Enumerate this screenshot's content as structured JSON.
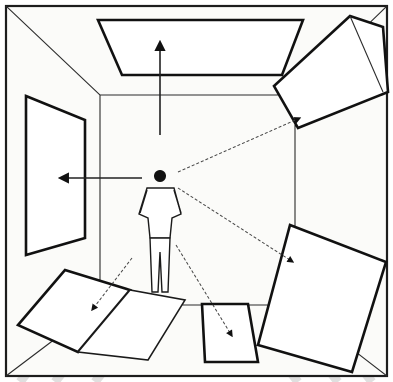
{
  "diagram": {
    "elements": [
      "room-frame",
      "ceiling-screen",
      "left-wall-screen",
      "right-wall-screen",
      "right-upper-screen",
      "floor-left-screen",
      "floor-center-screen",
      "floor-right-screen",
      "observer-figure",
      "view-arrows"
    ]
  }
}
